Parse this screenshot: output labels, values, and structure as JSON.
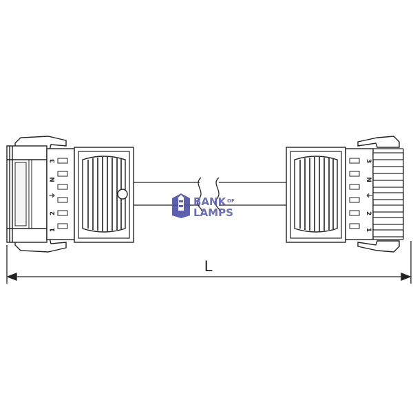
{
  "diagram": {
    "dimension_label": "L",
    "left_connector_pins": [
      "3",
      "N",
      "⏚",
      "2",
      "1"
    ],
    "right_connector_pins": [
      "3",
      "N",
      "⏚",
      "2",
      "1"
    ]
  },
  "watermark": {
    "line1": "BANK",
    "line1_small": "OF",
    "line2": "LAMPS",
    "color_text": "#5b5fb5",
    "color_icon": "#4a4fa8"
  },
  "colors": {
    "stroke": "#222222",
    "fill_light": "#ffffff",
    "fill_grey": "#e6e6e6"
  }
}
